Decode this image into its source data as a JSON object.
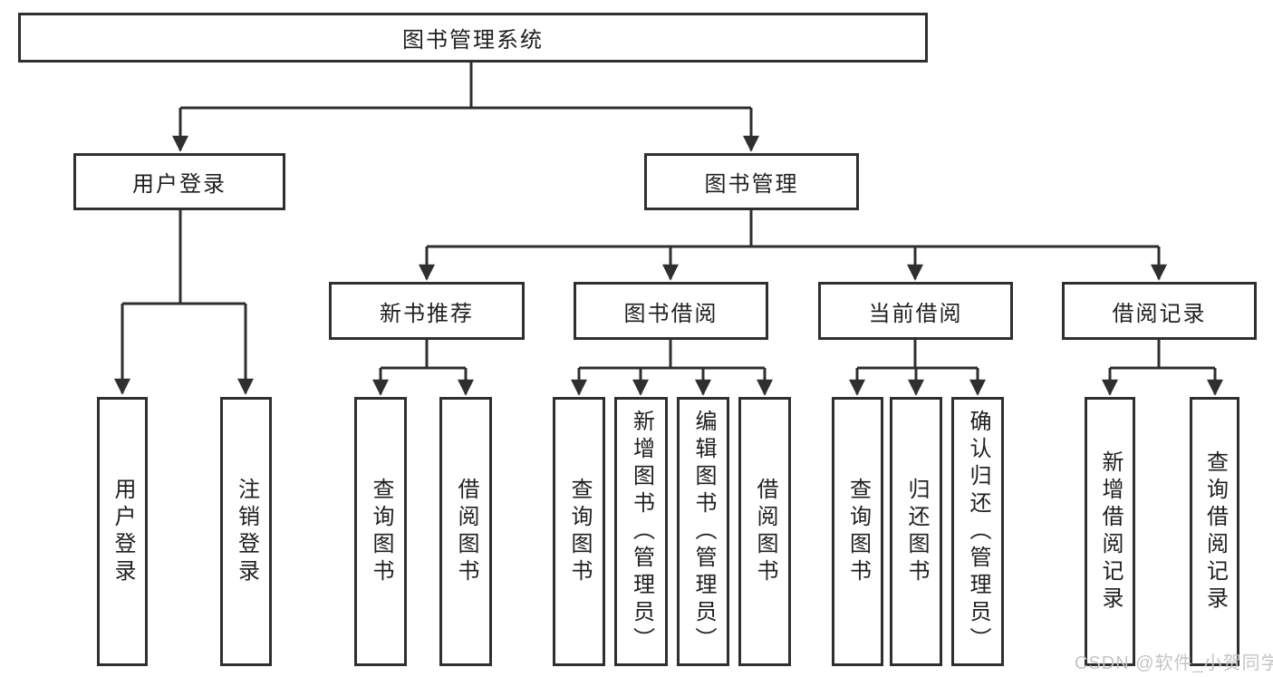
{
  "diagram": {
    "type": "hierarchy-tree",
    "orientation": "top-down",
    "colors": {
      "background": "#ffffff",
      "line": "#2f2f2f",
      "box_border": "#2f2f2f",
      "text": "#1f1f1f",
      "watermark_text": "#c5c5c5"
    }
  },
  "tree": {
    "label": "图书管理系统",
    "children": [
      {
        "label": "用户登录",
        "children": [
          {
            "label": "用户登录"
          },
          {
            "label": "注销登录"
          }
        ]
      },
      {
        "label": "图书管理",
        "children": [
          {
            "label": "新书推荐",
            "children": [
              {
                "label": "查询图书"
              },
              {
                "label": "借阅图书"
              }
            ]
          },
          {
            "label": "图书借阅",
            "children": [
              {
                "label": "查询图书"
              },
              {
                "label": "新增图书（管理员）"
              },
              {
                "label": "编辑图书（管理员）"
              },
              {
                "label": "借阅图书"
              }
            ]
          },
          {
            "label": "当前借阅",
            "children": [
              {
                "label": "查询图书"
              },
              {
                "label": "归还图书"
              },
              {
                "label": "确认归还（管理员）"
              }
            ]
          },
          {
            "label": "借阅记录",
            "children": [
              {
                "label": "新增借阅记录"
              },
              {
                "label": "查询借阅记录"
              }
            ]
          }
        ]
      }
    ]
  },
  "watermark": {
    "text": "CSDN @软件_小贺同学"
  }
}
